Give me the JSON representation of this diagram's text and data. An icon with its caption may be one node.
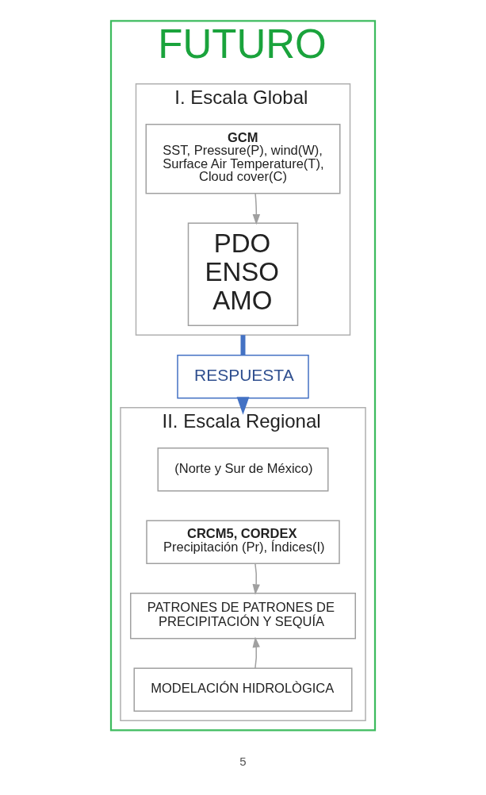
{
  "diagram": {
    "nodes": [
      {
        "text": [
          "FUTURO"
        ]
      },
      {
        "text": [
          "I. Escala Global"
        ],
        "in": 0
      },
      {
        "text": [
          "GCM",
          "SST, Pressure(P), wind(W), Surface Air Temperature(T), Cloud cover(C)"
        ],
        "in": 1
      },
      {
        "text": [
          "PDO ENSO AMO"
        ],
        "in": 1
      },
      {
        "text": [
          "RESPUESTA"
        ],
        "in": 0
      },
      {
        "text": [
          "II. Escala Regional"
        ],
        "in": 0
      },
      {
        "text": [
          "(Norte y Sur de México)"
        ],
        "in": 5
      },
      {
        "text": [
          "CRCM5, CORDEX",
          "Precipitación (Pr), Índices(I)"
        ],
        "in": 5
      },
      {
        "text": [
          "PATRONES DE PATRONES DE PRECIPITACIÓN Y SEQUÍA"
        ],
        "in": 5
      },
      {
        "text": [
          "MODELACIÓN HIDROLÒGICA"
        ],
        "in": 5
      }
    ],
    "edges": [
      {
        "from": 2,
        "to": 3,
        "arrow": "to"
      },
      {
        "from": 1,
        "to": 4,
        "arrow": "none",
        "style": "thick",
        "color": "#4472c4"
      },
      {
        "from": 4,
        "to": 5,
        "arrow": "to",
        "style": "thick",
        "color": "#4472c4"
      },
      {
        "from": 7,
        "to": 8,
        "arrow": "to"
      },
      {
        "from": 9,
        "to": 8,
        "arrow": "to"
      }
    ],
    "labels": [
      "5"
    ]
  }
}
